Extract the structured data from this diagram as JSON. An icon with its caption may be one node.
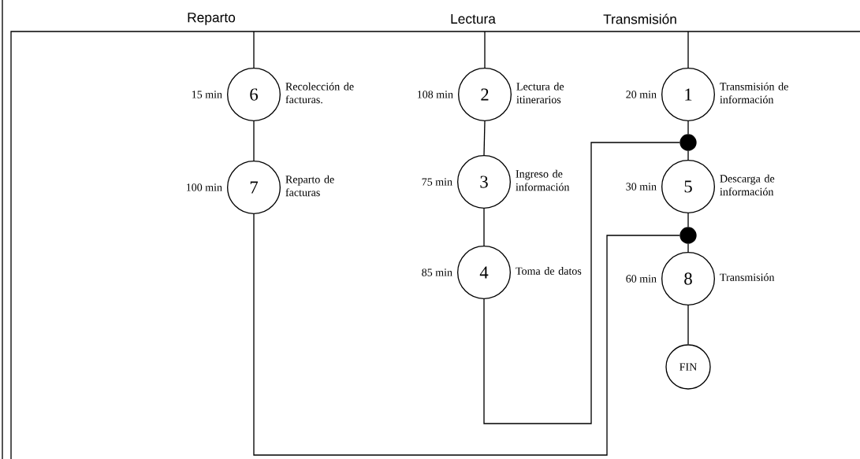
{
  "diagram": {
    "nodes": [
      {
        "text": [
          "Reparto"
        ]
      },
      {
        "text": [
          "Lectura"
        ]
      },
      {
        "text": [
          "Transmisión"
        ]
      },
      {
        "text": [
          "6"
        ],
        "beside": [
          "15 min",
          "Recolección de facturas."
        ]
      },
      {
        "text": [
          "2"
        ],
        "beside": [
          "108 min",
          "Lectura de itinerarios"
        ]
      },
      {
        "text": [
          "1"
        ],
        "beside": [
          "20 min",
          "Transmisión de información"
        ]
      },
      {
        "text": [],
        "shape": "circle"
      },
      {
        "text": [
          "7"
        ],
        "beside": [
          "100 min",
          "Reparto de facturas"
        ]
      },
      {
        "text": [
          "3"
        ],
        "beside": [
          "75 min",
          "Ingreso de información"
        ]
      },
      {
        "text": [
          "5"
        ],
        "beside": [
          "30 min",
          "Descarga de información"
        ]
      },
      {
        "text": [],
        "shape": "circle"
      },
      {
        "text": [
          "4"
        ],
        "beside": [
          "85 min",
          "Toma de datos"
        ]
      },
      {
        "text": [
          "8"
        ],
        "beside": [
          "60 min",
          "Transmisión"
        ]
      },
      {
        "text": [
          "FIN"
        ]
      }
    ],
    "edges": [
      {
        "from": 0,
        "to": 3,
        "arrow": "none"
      },
      {
        "from": 3,
        "to": 7,
        "arrow": "none"
      },
      {
        "from": 7,
        "to": 10,
        "arrow": "none"
      },
      {
        "from": 1,
        "to": 4,
        "arrow": "none"
      },
      {
        "from": 4,
        "to": 8,
        "arrow": "none"
      },
      {
        "from": 8,
        "to": 11,
        "arrow": "none"
      },
      {
        "from": 11,
        "to": 6,
        "arrow": "none"
      },
      {
        "from": 2,
        "to": 5,
        "arrow": "none"
      },
      {
        "from": 5,
        "to": 6,
        "arrow": "none"
      },
      {
        "from": 6,
        "to": 9,
        "arrow": "none"
      },
      {
        "from": 9,
        "to": 10,
        "arrow": "none"
      },
      {
        "from": 10,
        "to": 12,
        "arrow": "none"
      },
      {
        "from": 12,
        "to": 13,
        "arrow": "none"
      }
    ]
  }
}
